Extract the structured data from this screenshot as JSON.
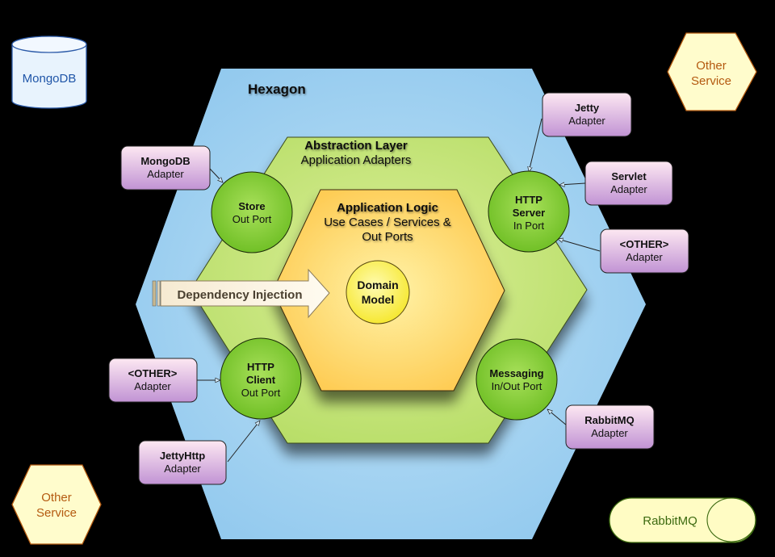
{
  "diagram": {
    "title": "Hexagonal Architecture",
    "colors": {
      "background": "#000000",
      "hexagon": "#9fd0f0",
      "abstraction_layer": "#c2e476",
      "application_logic": "#fed46a",
      "domain_model": "#fdf56a",
      "port": "#86cf3a",
      "adapter_top": "#fde6f0",
      "adapter_bottom": "#c89ad6",
      "external_fill": "#fffccc",
      "external_service_text": "#b45a10",
      "mongodb_text": "#1f55a8",
      "rabbitmq_text": "#3c6a10"
    },
    "layers": {
      "hexagon": {
        "label": "Hexagon"
      },
      "abstraction": {
        "title": "Abstraction Layer",
        "subtitle": "Application Adapters"
      },
      "logic": {
        "title": "Application Logic",
        "line1": "Use Cases / Services &",
        "line2": "Out Ports"
      },
      "domain": {
        "line1": "Domain",
        "line2": "Model"
      }
    },
    "dependency_injection": {
      "label": "Dependency Injection"
    },
    "ports": {
      "store": {
        "title": "Store",
        "subtitle": "Out Port"
      },
      "http_server": {
        "title1": "HTTP",
        "title2": "Server",
        "subtitle": "In Port"
      },
      "http_client": {
        "title1": "HTTP",
        "title2": "Client",
        "subtitle": "Out Port"
      },
      "messaging": {
        "title": "Messaging",
        "subtitle": "In/Out Port"
      }
    },
    "adapters": {
      "mongodb": {
        "title": "MongoDB",
        "subtitle": "Adapter"
      },
      "jetty": {
        "title": "Jetty",
        "subtitle": "Adapter"
      },
      "servlet": {
        "title": "Servlet",
        "subtitle": "Adapter"
      },
      "other_server": {
        "title": "<OTHER>",
        "subtitle": "Adapter"
      },
      "other_client": {
        "title": "<OTHER>",
        "subtitle": "Adapter"
      },
      "jettyhttp": {
        "title": "JettyHttp",
        "subtitle": "Adapter"
      },
      "rabbitmq": {
        "title": "RabbitMQ",
        "subtitle": "Adapter"
      }
    },
    "externals": {
      "mongodb_db": {
        "label": "MongoDB",
        "icon": "database-cylinder-icon"
      },
      "other_service_top": {
        "line1": "Other",
        "line2": "Service",
        "icon": "hexagon-service-icon"
      },
      "other_service_bottom": {
        "line1": "Other",
        "line2": "Service",
        "icon": "hexagon-service-icon"
      },
      "rabbitmq_queue": {
        "label": "RabbitMQ",
        "icon": "queue-pill-icon"
      }
    }
  }
}
